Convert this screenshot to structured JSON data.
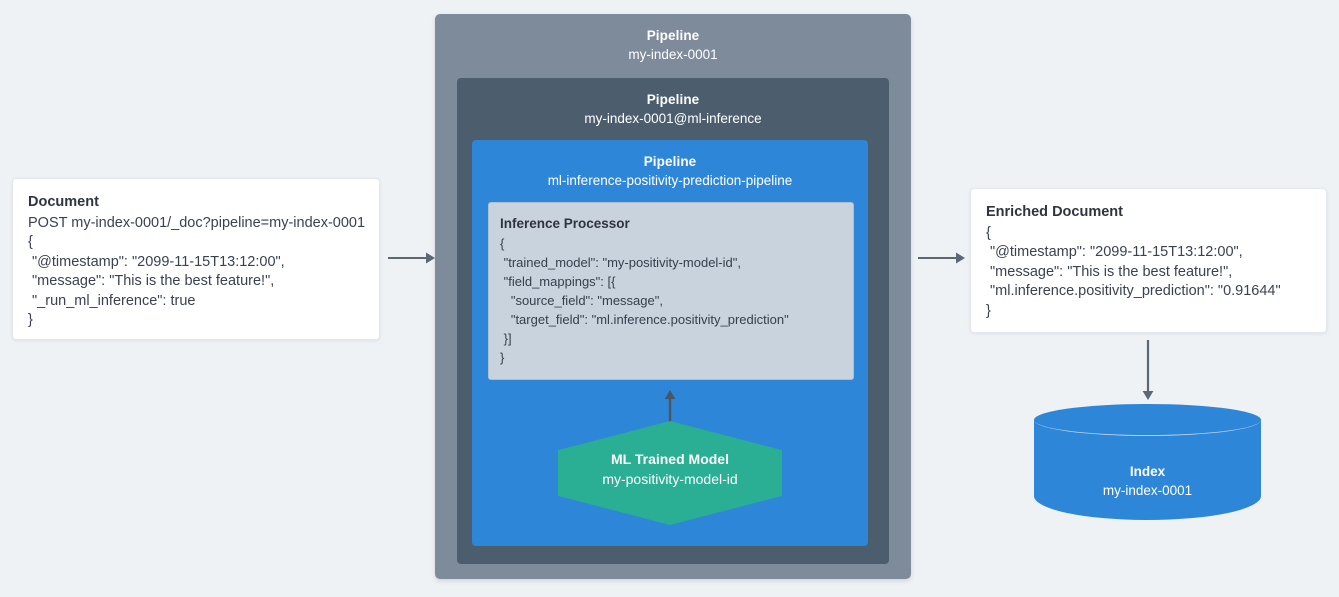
{
  "colors": {
    "background": "#eff2f5",
    "pipeline_outer": "#7d8b9b",
    "pipeline_mid": "#4c5e6e",
    "pipeline_inner": "#2e86d9",
    "processor_bg": "#c8d3dd",
    "model_green": "#2aae94",
    "index_blue": "#2e86d9",
    "arrow_gray": "#5a6876",
    "text_dark": "#343741",
    "card_white": "#ffffff"
  },
  "document": {
    "title": "Document",
    "lines": [
      "POST my-index-0001/_doc?pipeline=my-index-0001",
      "{",
      " \"@timestamp\": \"2099-11-15T13:12:00\",",
      " \"message\": \"This is the best feature!\",",
      " \"_run_ml_inference\": true",
      "}"
    ]
  },
  "pipelines": {
    "outer": {
      "label": "Pipeline",
      "name": "my-index-0001"
    },
    "middle": {
      "label": "Pipeline",
      "name": "my-index-0001@ml-inference"
    },
    "inner": {
      "label": "Pipeline",
      "name": "ml-inference-positivity-prediction-pipeline"
    }
  },
  "processor": {
    "title": "Inference Processor",
    "lines": [
      "{",
      " \"trained_model\": \"my-positivity-model-id\",",
      " \"field_mappings\": [{",
      "   \"source_field\": \"message\",",
      "   \"target_field\": \"ml.inference.positivity_prediction\"",
      " }]",
      "}"
    ]
  },
  "trained_model": {
    "title": "ML Trained Model",
    "name": "my-positivity-model-id"
  },
  "enriched_document": {
    "title": "Enriched Document",
    "lines": [
      "{",
      " \"@timestamp\": \"2099-11-15T13:12:00\",",
      " \"message\": \"This is the best feature!\",",
      " \"ml.inference.positivity_prediction\": \"0.91644\"",
      "}"
    ]
  },
  "index": {
    "title": "Index",
    "name": "my-index-0001"
  },
  "arrows": {
    "ingest": "arrow-document-to-pipeline",
    "output": "arrow-pipeline-to-enriched-document",
    "model_to_processor": "arrow-model-to-processor",
    "enriched_to_index": "arrow-enriched-document-to-index"
  }
}
